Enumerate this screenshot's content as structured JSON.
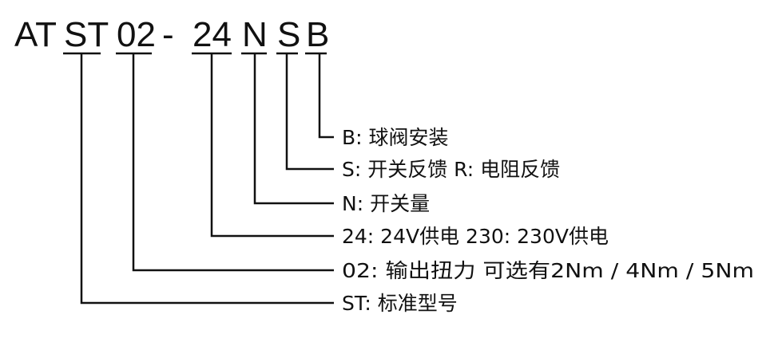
{
  "code": {
    "parts": [
      {
        "id": "prefix",
        "text": "AT"
      },
      {
        "id": "type",
        "text": "ST"
      },
      {
        "id": "torque",
        "text": "02"
      },
      {
        "id": "dash",
        "text": "-"
      },
      {
        "id": "voltage",
        "text": "24"
      },
      {
        "id": "switch",
        "text": "N"
      },
      {
        "id": "feedback",
        "text": "S"
      },
      {
        "id": "mount",
        "text": "B"
      }
    ]
  },
  "legend": [
    {
      "code_part": "mount",
      "text": "B: 球阀安装"
    },
    {
      "code_part": "feedback",
      "text": "S: 开关反馈  R: 电阻反馈"
    },
    {
      "code_part": "switch",
      "text": "N: 开关量"
    },
    {
      "code_part": "voltage",
      "text": "24: 24V供电  230: 230V供电"
    },
    {
      "code_part": "torque",
      "text": "02: 输出扭力 可选有2Nm / 4Nm / 5Nm"
    },
    {
      "code_part": "type",
      "text": "ST: 标准型号"
    }
  ],
  "colors": {
    "ink": "#111111",
    "background": "#ffffff"
  }
}
